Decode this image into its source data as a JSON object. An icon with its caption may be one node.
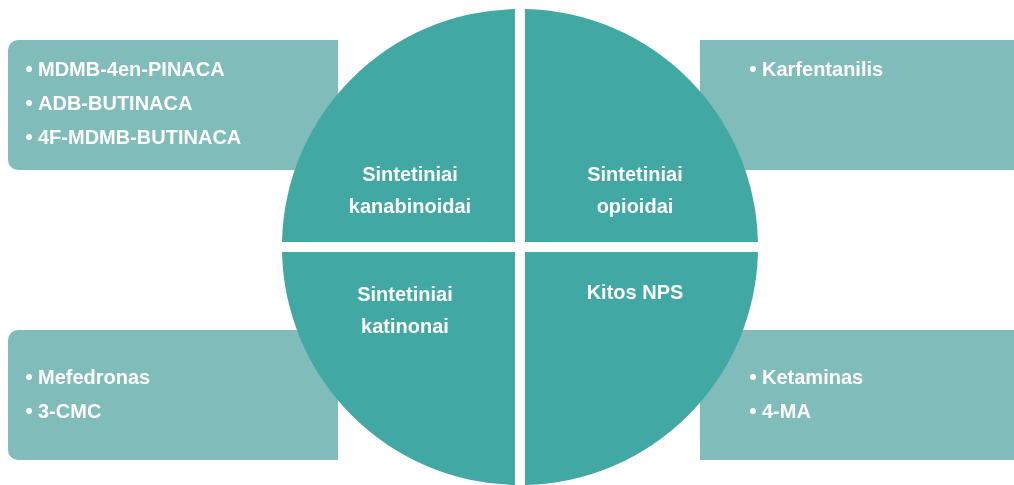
{
  "diagram": {
    "nodes": [
      {
        "text": [
          "MDMB-4en-PINACA",
          "ADB-BUTINACA",
          "4F-MDMB-BUTINACA"
        ]
      },
      {
        "text": [
          "Sintetiniai kanabinoidai"
        ]
      },
      {
        "text": [
          "Sintetiniai opioidai"
        ]
      },
      {
        "text": [
          "Karfentanilis"
        ]
      },
      {
        "text": [
          "Sintetiniai katinonai"
        ]
      },
      {
        "text": [
          "Kitos NPS"
        ]
      },
      {
        "text": [
          "Mefedronas",
          "3-CMC"
        ]
      },
      {
        "text": [
          "Ketaminas",
          "4-MA"
        ]
      }
    ]
  }
}
